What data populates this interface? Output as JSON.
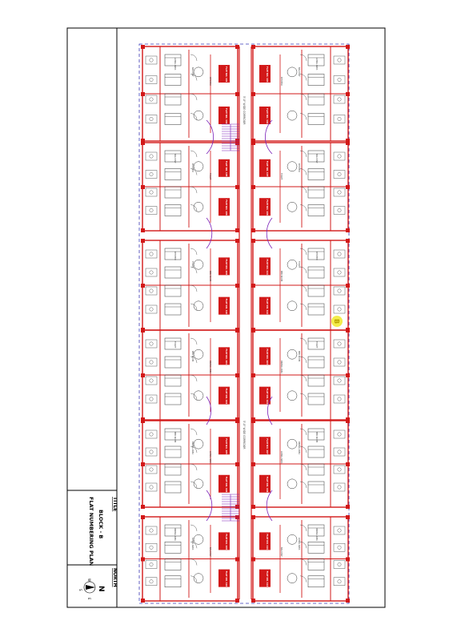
{
  "title_block": {
    "title_label": "TITLE",
    "block_name": "BLOCK - B",
    "plan_name": "FLAT NUMBERING PLAN",
    "north_label": "NORTH",
    "compass": {
      "n": "N",
      "s": "S",
      "w": "W",
      "e": "E"
    }
  },
  "plan": {
    "block_marker": "B",
    "corridor_label": "5'-0\" WIDE CORRIDOR",
    "flat_tags": [
      "FLAT NO. 101",
      "FLAT NO. 102",
      "FLAT NO. 103",
      "FLAT NO. 104",
      "FLAT NO. 105",
      "FLAT NO. 106",
      "FLAT NO. 107",
      "FLAT NO. 108",
      "FLAT NO. 109",
      "FLAT NO. 110",
      "FLAT NO. 111",
      "FLAT NO. 112"
    ],
    "room_labels": [
      "LIVING AREA",
      "BALCONY",
      "KITCHEN",
      "TOILET",
      "BED ROOM",
      "DINING AREA"
    ]
  },
  "colors": {
    "wall": "#d21818",
    "drawing": "#333333",
    "stair": "#7a1fb8",
    "boundary": "#3a3ab8",
    "marker": "#f3ec4a"
  }
}
